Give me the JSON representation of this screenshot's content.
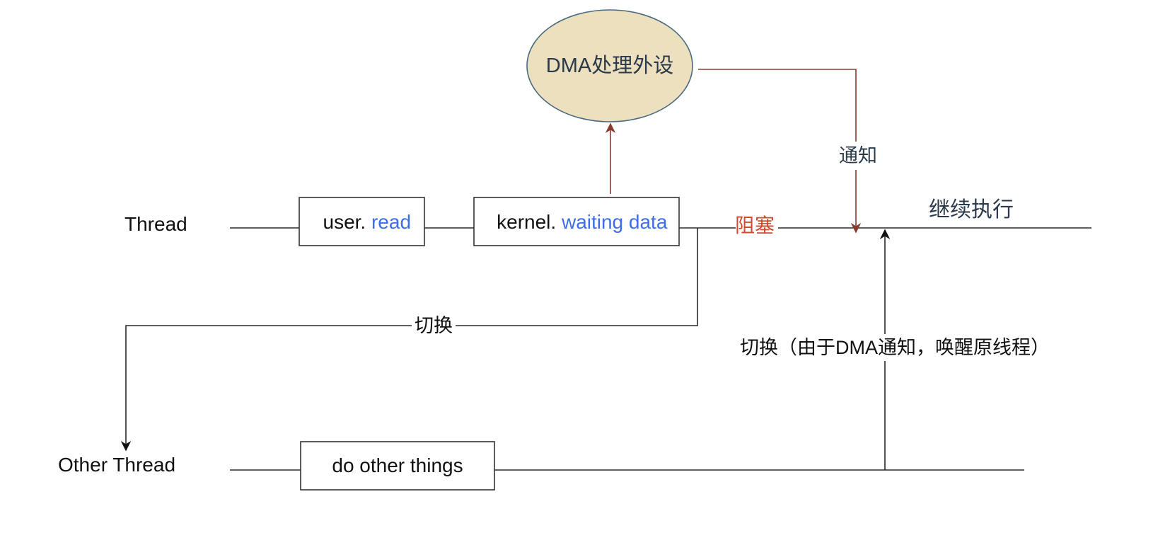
{
  "threads": {
    "main_label": "Thread",
    "other_label": "Other Thread"
  },
  "boxes": {
    "user_read": {
      "prefix": "user. ",
      "highlight": "read"
    },
    "kernel_wait": {
      "prefix": "kernel. ",
      "highlight": "waiting data"
    },
    "other_things": {
      "text": "do other things"
    }
  },
  "dma": {
    "label": "DMA处理外设"
  },
  "labels": {
    "notify": "通知",
    "blocked": "阻塞",
    "continue": "继续执行",
    "switch": "切换",
    "switch_back": "切换（由于DMA通知，唤醒原线程）"
  },
  "colors": {
    "highlight_blue": "#3d6ee8",
    "blocked_red": "#d04a30",
    "dma_fill": "#ece0bf",
    "dma_stroke": "#4a6a80",
    "notify_line": "#8a3a2e"
  }
}
